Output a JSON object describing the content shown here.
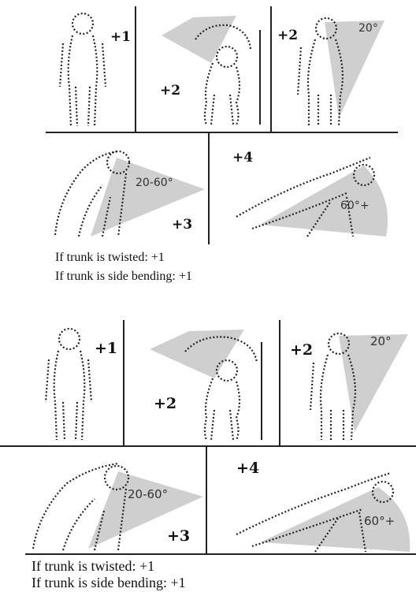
{
  "blocks": [
    {
      "scores": [
        "+1",
        "+2",
        "+2",
        "+3",
        "+4"
      ],
      "angles": [
        "20°",
        "20-60°",
        "60°+"
      ],
      "notes": [
        "If trunk is twisted: +1",
        "If trunk is side bending:  +1"
      ]
    },
    {
      "scores": [
        "+1",
        "+2",
        "+2",
        "+3",
        "+4"
      ],
      "angles": [
        "20°",
        "20-60°",
        "60°+"
      ],
      "notes": [
        "If trunk is twisted: +1",
        "If trunk is side bending:  +1"
      ]
    }
  ],
  "colors": {
    "wedge": "#cfcfcf",
    "ink": "#111111"
  }
}
